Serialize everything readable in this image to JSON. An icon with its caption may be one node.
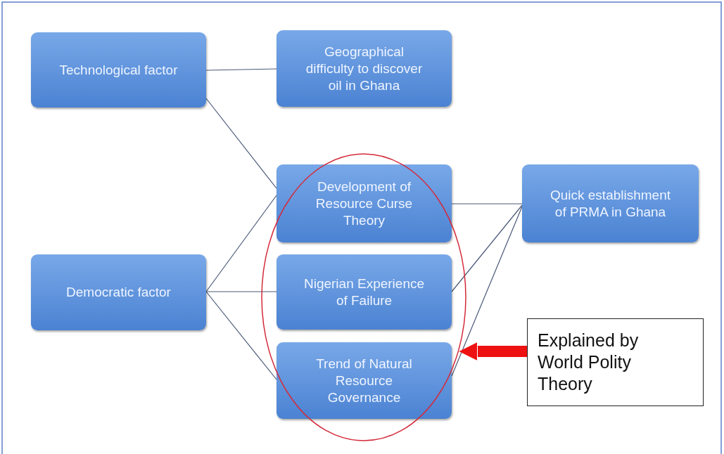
{
  "diagram": {
    "nodes": [
      {
        "text": [
          "Technological factor"
        ]
      },
      {
        "text": [
          "Geographical difficulty to discover oil in Ghana"
        ]
      },
      {
        "text": [
          "Development of Resource Curse Theory"
        ],
        "in": 8
      },
      {
        "text": [
          "Quick establishment of PRMA in Ghana"
        ]
      },
      {
        "text": [
          "Democratic factor"
        ]
      },
      {
        "text": [
          "Nigerian Experience of Failure"
        ],
        "in": 8
      },
      {
        "text": [
          "Trend of Natural Resource Governance"
        ],
        "in": 8
      },
      {
        "text": [
          "Explained by World Polity Theory"
        ]
      },
      {
        "text": [],
        "shape": "ellipse"
      }
    ],
    "edges": [
      {
        "from": 0,
        "to": 1,
        "arrow": "none"
      },
      {
        "from": 0,
        "to": 2,
        "arrow": "none"
      },
      {
        "from": 4,
        "to": 2,
        "arrow": "none"
      },
      {
        "from": 4,
        "to": 5,
        "arrow": "none"
      },
      {
        "from": 4,
        "to": 6,
        "arrow": "none"
      },
      {
        "from": 2,
        "to": 3,
        "arrow": "none"
      },
      {
        "from": 5,
        "to": 3,
        "arrow": "none"
      },
      {
        "from": 6,
        "to": 3,
        "arrow": "none"
      },
      {
        "from": 7,
        "to": 8,
        "arrow": "to",
        "style": "thick",
        "color": "#ee1111"
      }
    ]
  }
}
